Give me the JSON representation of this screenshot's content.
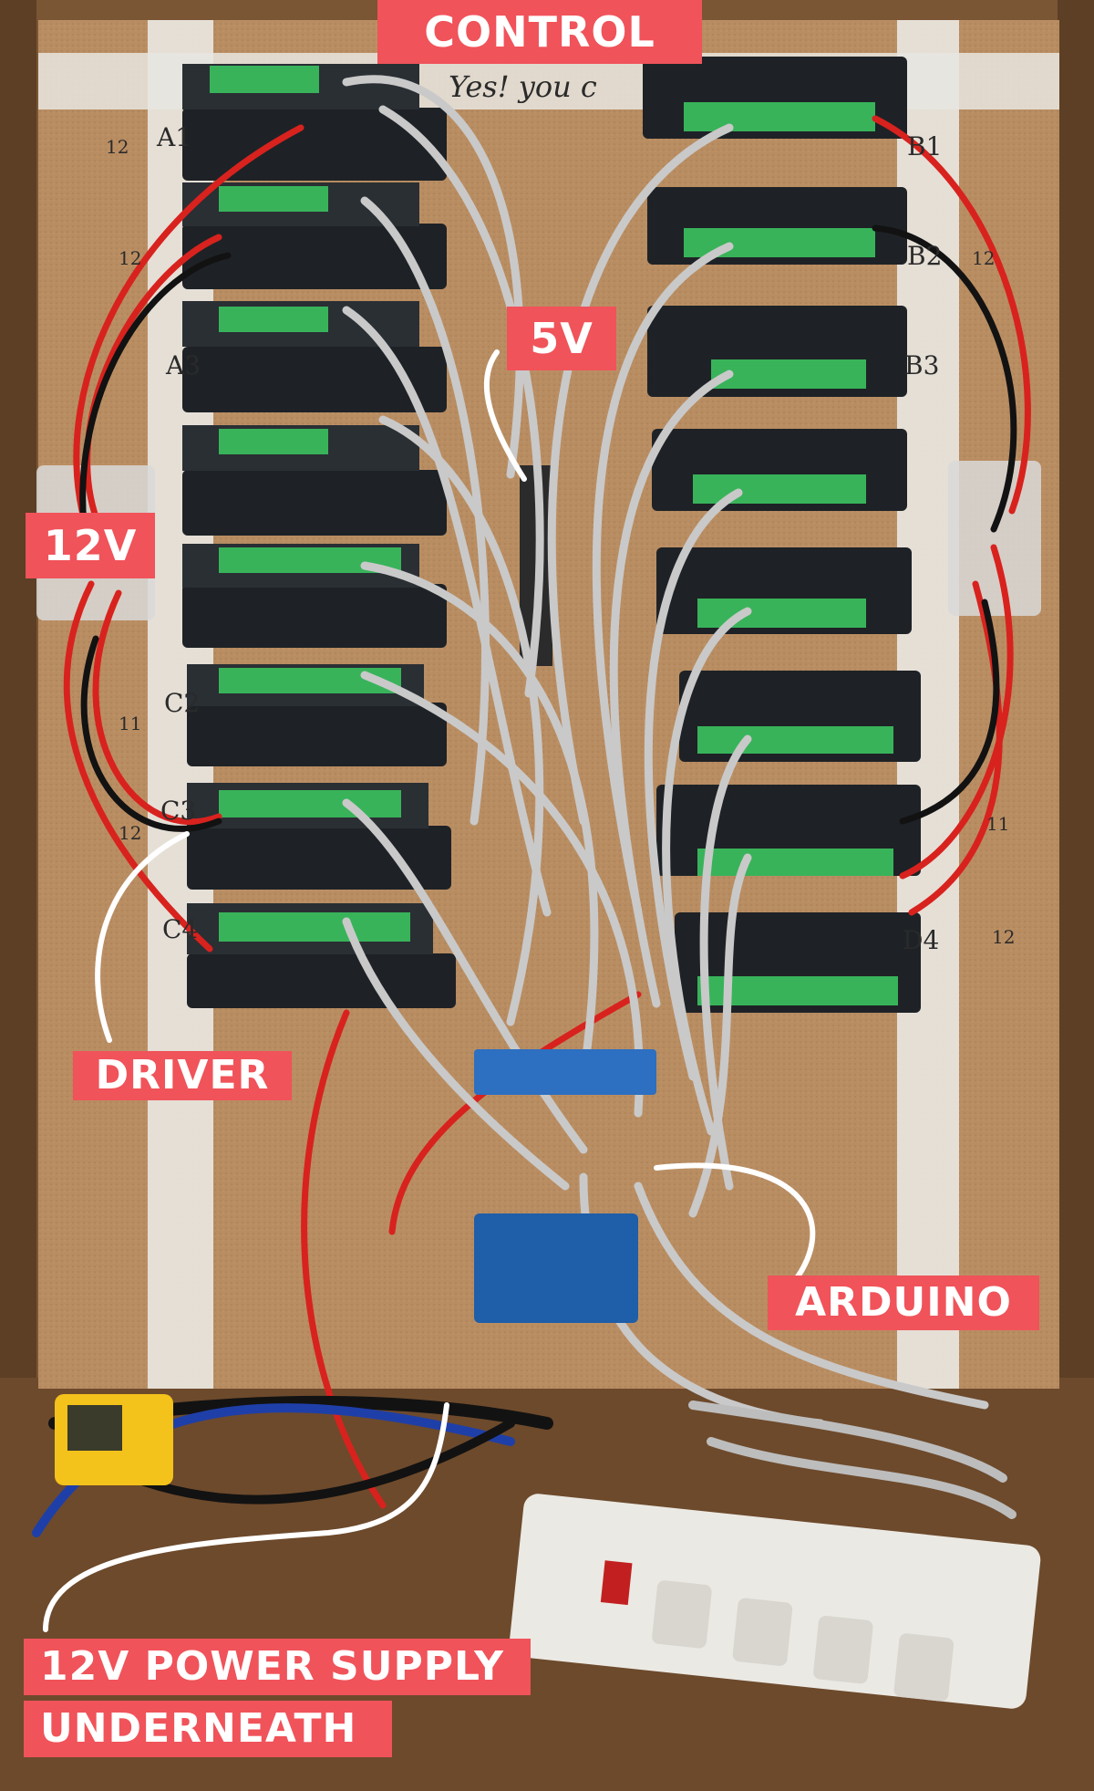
{
  "callouts": {
    "control": "CONTROL",
    "five_volt": "5V",
    "twelve_volt": "12V",
    "driver": "DRIVER",
    "arduino": "ARDUINO",
    "power_supply_line1": "12V POWER SUPPLY",
    "power_supply_line2": "UNDERNEATH"
  },
  "board_markings": {
    "handwritten_note": "Yes! you c",
    "left_column": [
      "A1",
      "A3",
      "C2",
      "C3",
      "C4"
    ],
    "right_column": [
      "B1",
      "B2",
      "B3",
      "D4"
    ],
    "voltage_marks": [
      "12",
      "12",
      "12",
      "11",
      "12",
      "11",
      "12"
    ]
  },
  "colors": {
    "callout_bg": "#f0535a",
    "callout_text": "#ffffff",
    "board": "#b98d62",
    "driver_body": "#1e2226",
    "terminal_green": "#38b35a",
    "wire_gray": "#c9c9c9",
    "wire_red": "#d8221e",
    "wire_black": "#121212",
    "arduino_blue": "#1f5ea8",
    "strip_white": "#e8e6e0",
    "arrow_white": "#ffffff"
  },
  "icons": [
    "stepper-driver-icon",
    "terminal-block-icon",
    "arduino-board-icon",
    "power-strip-icon",
    "usb-cable-icon",
    "callout-arrow-icon"
  ]
}
